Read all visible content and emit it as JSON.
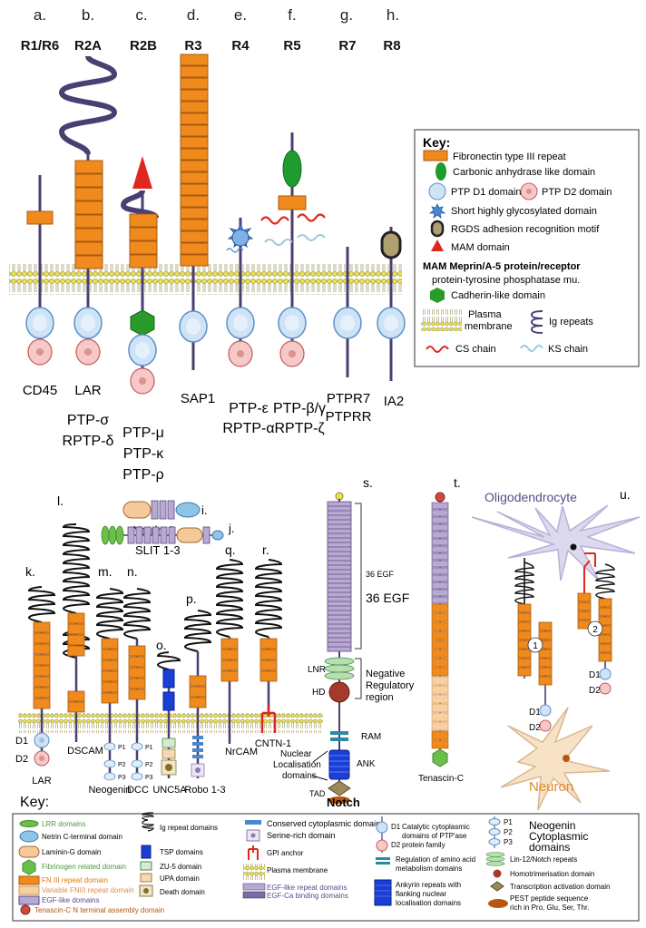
{
  "colors": {
    "fn3": "#f08a1c",
    "fn3_stroke": "#a85a10",
    "ptp": "#cfe3f7",
    "ptp_stroke": "#5b8fc8",
    "ptp2": "#f6c9c9",
    "ptp2_stroke": "#c25b5b",
    "stem": "#4b3f72",
    "ig": "#4b3f72",
    "carbonic": "#1e9c2e",
    "cadherin": "#2a9a2a",
    "mam": "#e0271d",
    "rgds": "#8a7a4a",
    "cs": "#e0271d",
    "ks": "#9cc8e0",
    "membrane": "#e9e24a",
    "membrane_stroke": "#8c8440",
    "egf": "#b7a9d1",
    "egf_dark": "#5a4a7c",
    "egf_ca": "#7b6aa3",
    "fn3_light": "#f7cfa0",
    "neuron": "#f7e2c6",
    "oligo": "#ddd8ee",
    "tsp": "#1a3fd6",
    "netrin": "#8ec5e6",
    "laminin": "#f6c99a",
    "lrr": "#6cc04a",
    "hd": "#a33a2c",
    "ank": "#1a3fd6",
    "ram": "#2a8aa0",
    "lnr": "#b7e0b0",
    "pest": "#b8560f",
    "tad": "#9a8a5a"
  },
  "top": {
    "letters": [
      "a.",
      "b.",
      "c.",
      "d.",
      "e.",
      "f.",
      "g.",
      "h."
    ],
    "groups": [
      "R1/R6",
      "R2A",
      "R2B",
      "R3",
      "R4",
      "R5",
      "R7",
      "R8"
    ],
    "names": {
      "a": [
        "CD45"
      ],
      "b": [
        "LAR",
        "PTP-σ",
        "RPTP-δ"
      ],
      "c": [
        "PTP-μ",
        "PTP-κ",
        "PTP-ρ"
      ],
      "d": [
        "SAP1"
      ],
      "e": [
        "PTP-ε",
        "RPTP-α"
      ],
      "f": [
        "PTP-β/γ",
        "RPTP-ζ"
      ],
      "g": [
        "PTPR7",
        "PTPRR"
      ],
      "h": [
        "IA2"
      ]
    }
  },
  "key1": {
    "title": "Key:",
    "fn3": "Fibronectin type III repeat",
    "carbonic": "Carbonic anhydrase like domain",
    "d1": "PTP D1 domain",
    "d2": "PTP D2 domain",
    "glyco": "Short highly glycosylated domain",
    "rgds": "RGDS adhesion recognition motif",
    "mam": "MAM domain",
    "mam_def_1": "MAM Meprin/A-5 protein/receptor",
    "mam_def_2": "protein-tyrosine phosphatase mu.",
    "cadherin": "Cadherin-like domain",
    "plasma_1": "Plasma",
    "plasma_2": "membrane",
    "ig": "Ig repeats",
    "cs": "CS chain",
    "ks": "KS chain"
  },
  "bottom": {
    "letters": {
      "i": "i.",
      "j": "j.",
      "k": "k.",
      "l": "l.",
      "m": "m.",
      "n": "n.",
      "o": "o.",
      "p": "p.",
      "q": "q.",
      "r": "r.",
      "s": "s.",
      "t": "t.",
      "u": "u."
    },
    "netrin": "Netrin-1",
    "slit": "SLIT 1-3",
    "lar": "LAR",
    "dscam": "DSCAM",
    "neogenin": "Neogenin",
    "dcc": "DCC",
    "unc5a": "UNC5A",
    "robo": "Robo 1-3",
    "nrcam": "NrCAM",
    "cntn": "CNTN-1",
    "d1": "D1",
    "d2": "D2",
    "p1": "P1",
    "p2": "P2",
    "p3": "P3",
    "egf_small": "36 EGF",
    "egf_big": "36 EGF",
    "neg_reg_1": "Negative",
    "neg_reg_2": "Regulatory",
    "neg_reg_3": "region",
    "lnr": "LNR",
    "hd": "HD",
    "ram": "RAM",
    "ank": "ANK",
    "tad": "TAD",
    "nls_1": "Nuclear",
    "nls_2": "Localisation",
    "nls_3": "domains",
    "notch": "Notch",
    "tenascin": "Tenascin-C",
    "oligo": "Oligodendrocyte",
    "neuron": "Neuron",
    "circle1": "1",
    "circle2": "2"
  },
  "key2": {
    "title": "Key:",
    "lrr": "LRR domains",
    "netrin_c": "Netrin C-terminal domain",
    "laminin": "Laminin-G domain",
    "fibrinogen": "Fibrinogen related domain",
    "fn3": "FN III repeat domain",
    "fn3_var": "Variable FNIII repeat domain",
    "egf_like": "EGF-like domains",
    "tenascin_n": "Tenascin-C N terminal assembly domain",
    "ig": "Ig repeat domains",
    "tsp": "TSP domains",
    "zu5": "ZU-5 domain",
    "upa": "UPA domain",
    "death": "Death domain",
    "conserved": "Conserved cytoplasmic domain",
    "serine": "Serine-rich domain",
    "gpi": "GPI anchor",
    "plasma": "Plasma membrane",
    "egf_rep": "EGF-like repeat domains",
    "egf_ca": "EGF-Ca binding domains",
    "d1": "D1",
    "d2": "D2",
    "cat_1": "Catalytic cytoplasmic",
    "cat_2": "domains of PTP'ase",
    "cat_3": "protein family",
    "reg_1": "Regulation of amino acid",
    "reg_2": "metabolism domains",
    "ank_1": "Ankyrin repeats with",
    "ank_2": "flanking nuclear",
    "ank_3": "localisation domains",
    "p1": "P1",
    "p2": "P2",
    "p3": "P3",
    "neo_1": "Neogenin",
    "neo_2": "Cytoplasmic",
    "neo_3": "domains",
    "lin12": "Lin-12/Notch repeats",
    "homo": "Homotrimerisation domain",
    "trans": "Transcription activation domain",
    "pest_1": "PEST peptide sequence",
    "pest_2": "rich in Pro, Glu, Ser, Thr."
  }
}
